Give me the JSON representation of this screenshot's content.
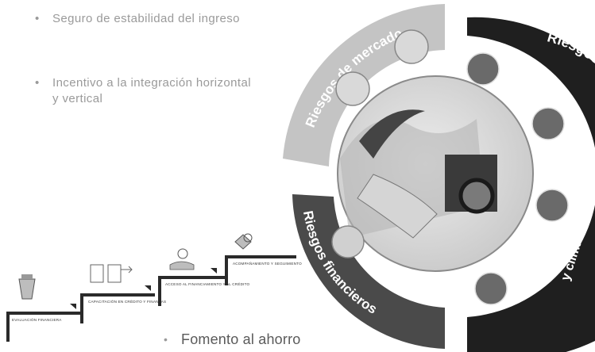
{
  "bullets": [
    {
      "text": "Seguro de estabilidad del ingreso"
    },
    {
      "text": "Incentivo a la integración horizontal y vertical"
    }
  ],
  "bottom_bullet": "Fomento al ahorro",
  "bullet_mark": "•",
  "ring_labels": {
    "market": "Riesgos de mercado",
    "climate_top": "Riesgos bio",
    "climate_side": "y climáticos",
    "financial": "Riesgos financieros"
  },
  "steps": [
    {
      "label": "EVALUACIÓN FINANCIERA",
      "icon": "cup-icon"
    },
    {
      "label": "CAPACITACIÓN EN CRÉDITO Y FINANZAS",
      "icon": "handshake-icon"
    },
    {
      "label": "ACCESO AL FINANCIAMIENTO Y AL CRÉDITO",
      "icon": "hand-coins-icon"
    },
    {
      "label": "ACOMPAÑAMIENTO Y SEGUIMIENTO",
      "icon": "handshake-icon"
    }
  ],
  "colors": {
    "dark_ring": "#1f1f1f",
    "light_ring": "#b9b9b9",
    "financial_ring": "#454545",
    "text_gray": "#9a9a9a"
  }
}
